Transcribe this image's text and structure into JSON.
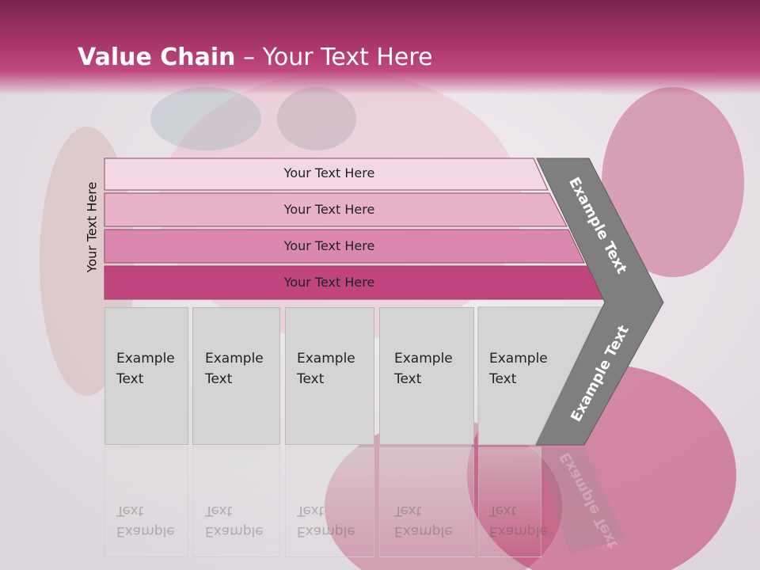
{
  "title": {
    "bold": "Value Chain",
    "rest": " – Your Text Here"
  },
  "side_label": "Your Text Here",
  "bars": [
    {
      "label": "Your Text Here",
      "color": "#f2d8e4"
    },
    {
      "label": "Your Text Here",
      "color": "#e8b2cb"
    },
    {
      "label": "Your Text Here",
      "color": "#da88b0"
    },
    {
      "label": "Your Text Here",
      "color": "#c0457e"
    }
  ],
  "boxes": [
    {
      "line1": "Example",
      "line2": "Text"
    },
    {
      "line1": "Example",
      "line2": "Text"
    },
    {
      "line1": "Example",
      "line2": "Text"
    },
    {
      "line1": "Example",
      "line2": "Text"
    },
    {
      "line1": "Example",
      "line2": "Text"
    }
  ],
  "chevron": {
    "upper": "Example Text",
    "lower": "Example Text",
    "color": "#7f7f7f"
  }
}
